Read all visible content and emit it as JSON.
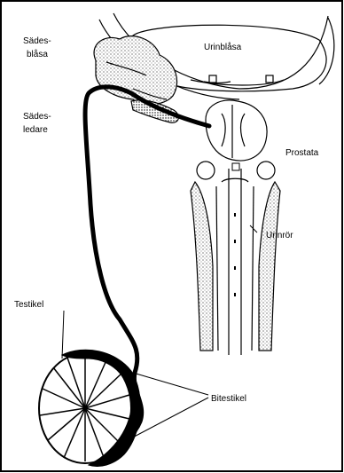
{
  "diagram": {
    "labels": {
      "seminal_vesicle": [
        "Sädes-",
        "blåsa"
      ],
      "bladder": "Urinblåsa",
      "vas_deferens": [
        "Sädes-",
        "ledare"
      ],
      "prostate": "Prostata",
      "urethra": "Urinrör",
      "testicle": "Testikel",
      "epididymis": "Bitestikel"
    },
    "colors": {
      "ink": "#000000",
      "paper": "#ffffff",
      "stipple": "#9a9a9a"
    }
  }
}
